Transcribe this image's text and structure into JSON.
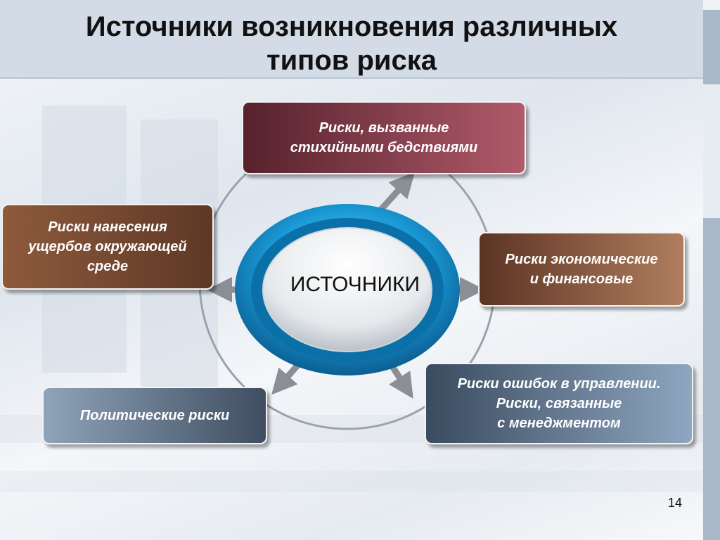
{
  "title": {
    "line1": "Источники возникновения различных",
    "line2": "типов риска"
  },
  "center": {
    "label": "ИСТОЧНИКИ"
  },
  "nodes": {
    "natural": "Риски, вызванные\nстихийными бедствиями",
    "environment": "Риски нанесения\nущербов окружающей\nсреде",
    "economic": "Риски экономические\nи финансовые",
    "political": "Политические риски",
    "management": "Риски ошибок в управлении.\nРиски, связанные\nс менеджментом"
  },
  "page_number": "14",
  "colors": {
    "ring_outer": "#1a9ad6",
    "ring_inner": "#0b6fa8",
    "arrow": "#8a8f95"
  }
}
